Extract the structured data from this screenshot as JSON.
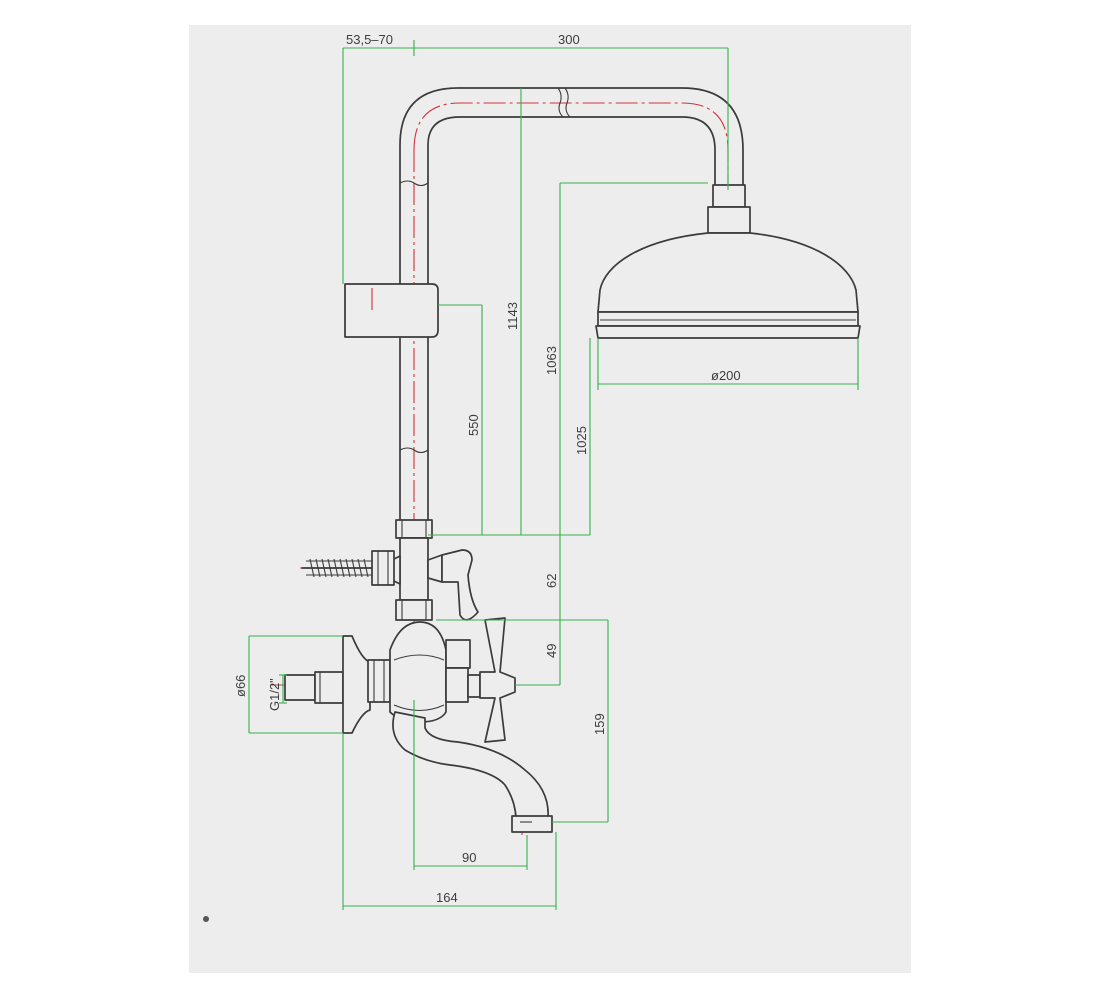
{
  "dimensions": {
    "wall_offset": "53,5–70",
    "arm_reach": "300",
    "height_rail_top": "1143",
    "height_head_top": "1063",
    "height_head_bottom": "1025",
    "slider_height": "550",
    "diverter_offset": "62",
    "valve_offset": "49",
    "spout_drop": "159",
    "spout_reach": "90",
    "overall_depth": "164",
    "rose_diameter": "ø200",
    "flange_diameter": "ø66",
    "inlet_thread": "G1/2\""
  },
  "colors": {
    "outline": "#3b3b3b",
    "centerline": "#d2323a",
    "dimension": "#35b24a",
    "sheet": "#ededed"
  }
}
